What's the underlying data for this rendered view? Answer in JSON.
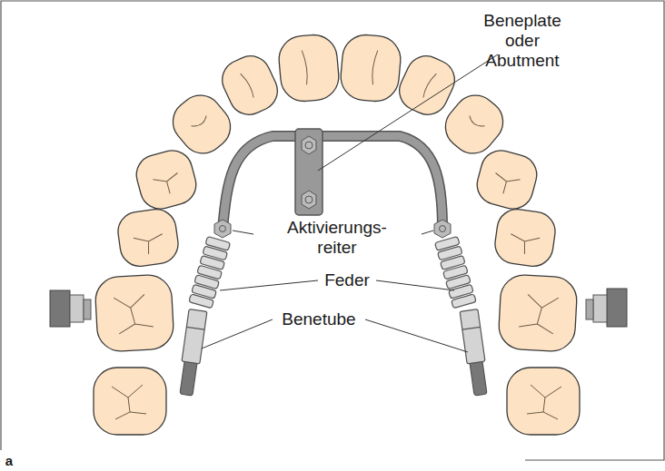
{
  "diagram": {
    "labels": [
      "Beneplate oder Abutment",
      "Aktivierungs- reiter",
      "Feder",
      "Benetube",
      "a"
    ]
  }
}
